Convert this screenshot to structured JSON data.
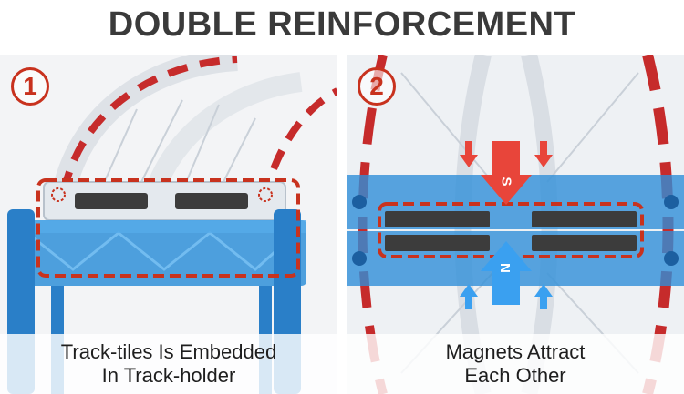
{
  "headline": "DOUBLE REINFORCEMENT",
  "panels": [
    {
      "number": "1",
      "caption_line1": "Track-tiles Is Embedded",
      "caption_line2": "In Track-holder"
    },
    {
      "number": "2",
      "caption_line1": "Magnets Attract",
      "caption_line2": "Each Other",
      "pole_top": "S",
      "pole_bottom": "N"
    }
  ],
  "colors": {
    "accent_red": "#c8321e",
    "holder_blue": "#2f8fd8",
    "magnet_gray": "#3c3c3c",
    "arrow_blue": "#3aa0f0",
    "arrow_red": "#e8453a"
  }
}
